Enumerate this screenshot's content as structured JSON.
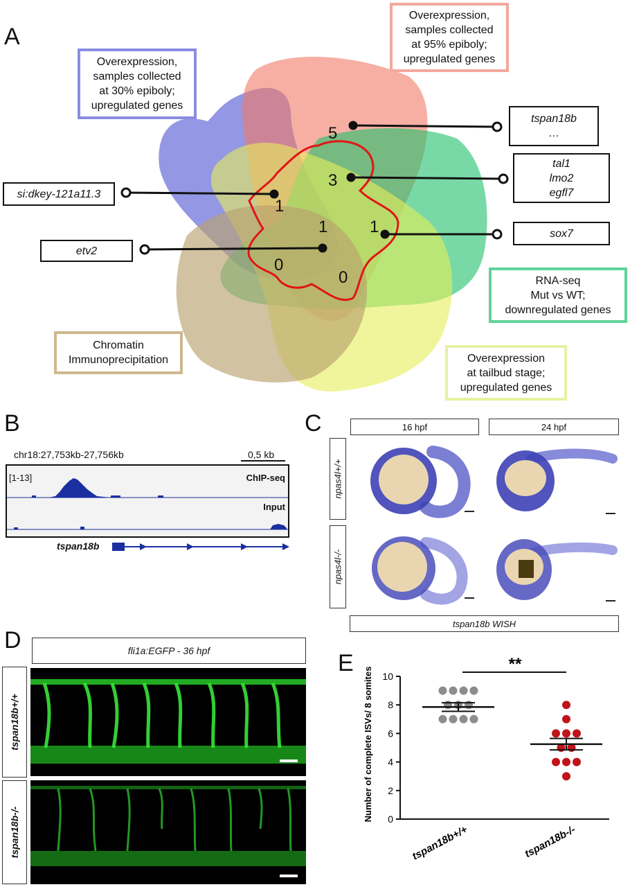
{
  "panels": {
    "a": "A",
    "b": "B",
    "c": "C",
    "d": "D",
    "e": "E"
  },
  "venn": {
    "labels": {
      "set30": "Overexpression, samples collected at 30% epiboly; upregulated genes",
      "set95": "Overexpression, samples collected at 95% epiboly; upregulated genes",
      "rnaseq": "RNA-seq Mut vs WT; downregulated genes",
      "tailbud": "Overexpression at tailbud stage; upregulated genes",
      "chip": "Chromatin Immunoprecipitation"
    },
    "label_lines": {
      "set30": [
        "Overexpression,",
        "samples collected",
        "at 30% epiboly;",
        "upregulated genes"
      ],
      "set95": [
        "Overexpression,",
        "samples collected",
        "at 95% epiboly;",
        "upregulated genes"
      ],
      "rnaseq": [
        "RNA-seq",
        "Mut vs WT;",
        "downregulated genes"
      ],
      "tailbud": [
        "Overexpression",
        "at tailbud stage;",
        "upregulated genes"
      ],
      "chip": [
        "Chromatin",
        "Immunoprecipitation"
      ]
    },
    "counts": {
      "n5": "5",
      "n3": "3",
      "n1a": "1",
      "n1b": "1",
      "n1c": "1",
      "n0a": "0",
      "n0b": "0"
    },
    "genes": {
      "tspan18b": [
        "tspan18b",
        "…"
      ],
      "tal1": [
        "tal1",
        "lmo2",
        "egfl7"
      ],
      "sox7": "sox7",
      "sidkey": "si:dkey-121a11.3",
      "etv2": "etv2"
    },
    "colors": {
      "set30": "#5b5fd6",
      "set95": "#f27a66",
      "rnaseq": "#1fbf6a",
      "tailbud": "#e6ee5a",
      "chip": "#b9a26f",
      "highlight": "#e01515"
    }
  },
  "chipseq": {
    "locus": "chr18:27,753kb-27,756kb",
    "scale": "0,5 kb",
    "range": "[1-13]",
    "track1": "ChIP-seq",
    "track2": "Input",
    "gene": "tspan18b"
  },
  "wish": {
    "col1": "16 hpf",
    "col2": "24 hpf",
    "row1": "npas4l+/+",
    "row2": "npas4l-/-",
    "footer": "tspan18b WISH"
  },
  "imaging": {
    "header": "fli1a:EGFP - 36 hpf",
    "row1": "tspan18b+/+",
    "row2": "tspan18b-/-"
  },
  "chart_data": {
    "type": "scatter",
    "ylabel": "Number of complete ISVs/ 8 somites",
    "categories": [
      "tspan18b+/+",
      "tspan18b-/-"
    ],
    "yticks": [
      0,
      2,
      4,
      6,
      8,
      10
    ],
    "ylim": [
      0,
      10
    ],
    "significance": "**",
    "series": [
      {
        "name": "tspan18b+/+",
        "color": "#8c8c8c",
        "mean": 7.85,
        "sem": 0.3,
        "values": [
          9,
          9,
          9,
          9,
          8,
          8,
          8,
          7,
          7,
          7,
          7
        ]
      },
      {
        "name": "tspan18b-/-",
        "color": "#c0141a",
        "mean": 5.25,
        "sem": 0.4,
        "values": [
          8,
          7,
          6,
          6,
          6,
          5,
          5,
          4,
          4,
          4,
          3
        ]
      }
    ]
  }
}
